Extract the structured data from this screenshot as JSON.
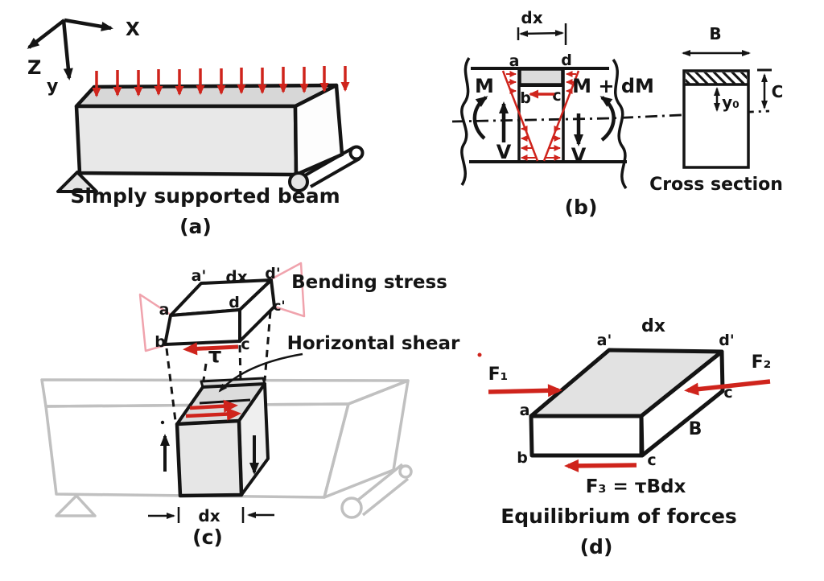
{
  "figure": {
    "ink": "#141414",
    "red": "#cf241c",
    "pink": "#f0a3ad",
    "ghost": "#c0c0c0"
  },
  "panel_a": {
    "tag": "(a)",
    "caption": "Simply supported beam",
    "axis_x": "X",
    "axis_z": "Z",
    "axis_y": "y"
  },
  "panel_b": {
    "tag": "(b)",
    "dx": "dx",
    "corner_a": "a",
    "corner_d": "d",
    "corner_b": "b",
    "corner_c": "c",
    "moment_left": "M",
    "moment_right": "M + dM",
    "shear_left": "V",
    "shear_right": "V",
    "cross_section": {
      "caption": "Cross section",
      "width": "B",
      "half_depth": "C",
      "y0": "y₀"
    }
  },
  "panel_c": {
    "tag": "(c)",
    "dx_top": "dx",
    "dx_bottom": "dx",
    "corner_a_prime": "a'",
    "corner_d_prime": "d'",
    "corner_c_prime": "c'",
    "corner_a": "a",
    "corner_d": "d",
    "corner_b": "b",
    "corner_c": "c",
    "tau": "τ",
    "label_bending": "Bending stress",
    "label_shear": "Horizontal shear"
  },
  "panel_d": {
    "tag": "(d)",
    "caption": "Equilibrium of forces",
    "dx": "dx",
    "corner_a_prime": "a'",
    "corner_d_prime": "d'",
    "corner_a": "a",
    "corner_b": "b",
    "corner_c_front": "c",
    "corner_c_side": "c",
    "width": "B",
    "f1": "F₁",
    "f2": "F₂",
    "f3": "F₃ = τBdx"
  }
}
